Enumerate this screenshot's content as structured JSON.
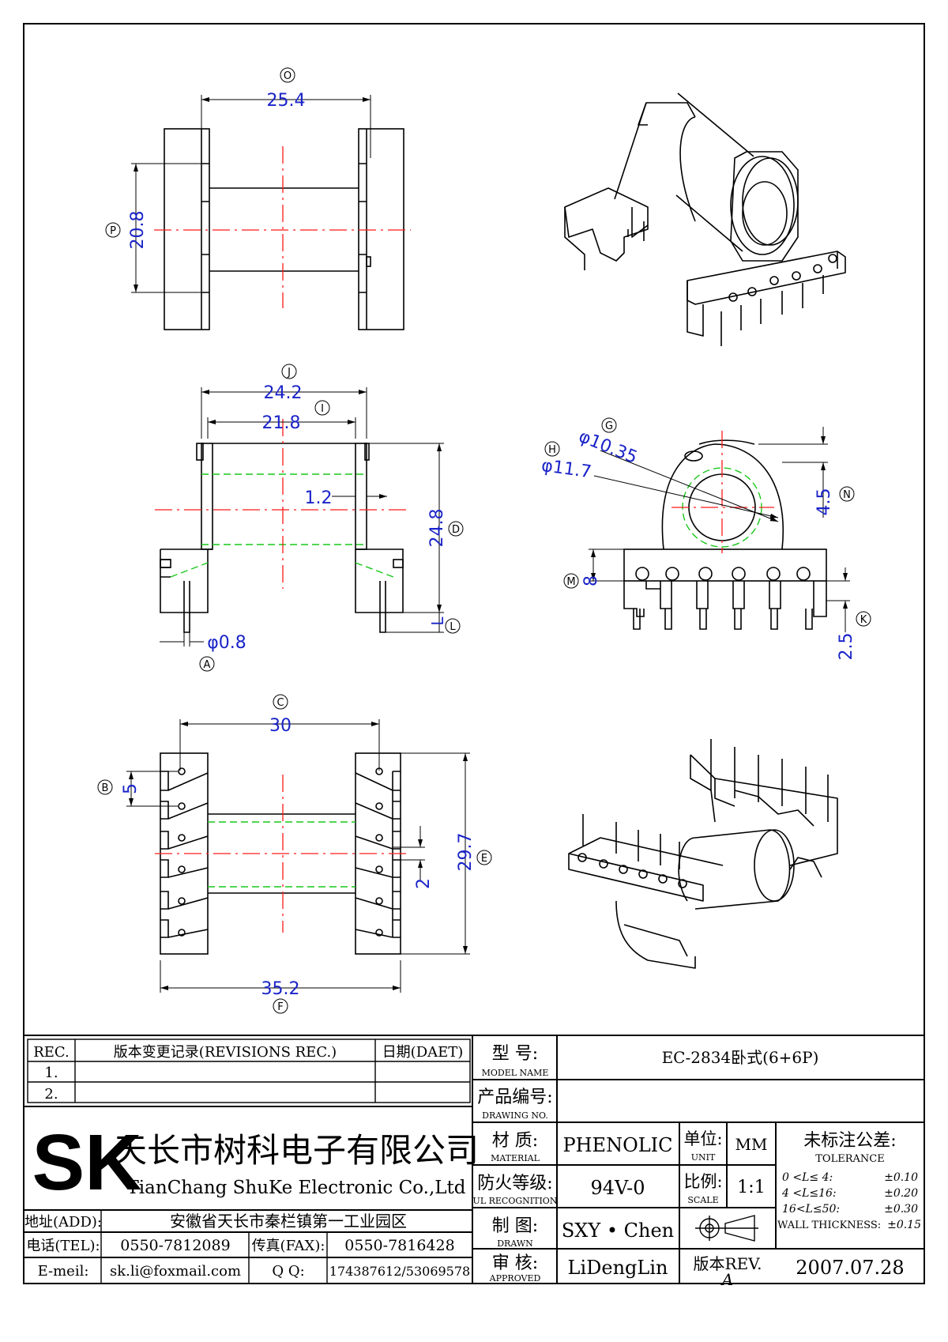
{
  "drawing": {
    "front_view": {
      "dim_O_label": "O",
      "dim_O_value": "25.4",
      "dim_P_label": "P",
      "dim_P_value": "20.8"
    },
    "side_view": {
      "dim_J_label": "J",
      "dim_J_value": "24.2",
      "dim_I_label": "I",
      "dim_I_value": "21.8",
      "dim_wall_value": "1.2",
      "dim_D_label": "D",
      "dim_D_value": "24.8",
      "dim_L_label": "L",
      "dim_L_value": "L",
      "dim_A_label": "A",
      "dim_A_value": "φ0.8"
    },
    "end_view": {
      "dim_G_label": "G",
      "dim_G_value": "φ10.35",
      "dim_H_label": "H",
      "dim_H_value": "φ11.7",
      "dim_N_label": "N",
      "dim_N_value": "4.5",
      "dim_M_label": "M",
      "dim_M_value": "8",
      "dim_K_label": "K",
      "dim_K_value": "2.5"
    },
    "bottom_view": {
      "dim_C_label": "C",
      "dim_C_value": "30",
      "dim_B_label": "B",
      "dim_B_value": "5",
      "dim_E_label": "E",
      "dim_E_value": "29.7",
      "dim_pin_value": "2",
      "dim_F_label": "F",
      "dim_F_value": "35.2"
    }
  },
  "title_block": {
    "revisions": {
      "col_rec": "REC.",
      "col_desc": "版本变更记录(REVISIONS REC.)",
      "col_date": "日期(DAET)",
      "rows": [
        "1.",
        "2."
      ]
    },
    "logo_text": "SK",
    "company_cn": "天长市树科电子有限公司",
    "company_en": "TianChang ShuKe Electronic Co.,Ltd",
    "address_label": "地址(ADD):",
    "address_value": "安徽省天长市秦栏镇第一工业园区",
    "tel_label": "电话(TEL):",
    "tel_value": "0550-7812089",
    "fax_label": "传真(FAX):",
    "fax_value": "0550-7816428",
    "email_label": "E-meil:",
    "email_value": "sk.li@foxmail.com",
    "qq_label": "Q Q:",
    "qq_value": "174387612/53069578",
    "model_label_cn": "型   号:",
    "model_label_en": "MODEL NAME",
    "model_value": "EC-2834卧式(6+6P)",
    "drawing_label_cn": "产品编号:",
    "drawing_label_en": "DRAWING NO.",
    "drawing_value": "",
    "material_label_cn": "材   质:",
    "material_label_en": "MATERIAL",
    "material_value": "PHENOLIC",
    "ul_label_cn": "防火等级:",
    "ul_label_en": "UL RECOGNITION",
    "ul_value": "94V-0",
    "drawn_label_cn": "制   图:",
    "drawn_label_en": "DRAWN",
    "drawn_value": "SXY • Chen",
    "approved_label_cn": "审   核:",
    "approved_label_en": "APPROVED",
    "approved_value": "LiDengLin",
    "unit_label_cn": "单位:",
    "unit_label_en": "UNIT",
    "unit_value": "MM",
    "scale_label_cn": "比例:",
    "scale_label_en": "SCALE",
    "scale_value": "1:1",
    "rev_label": "版本REV.",
    "rev_value": "A",
    "date_value": "2007.07.28",
    "tolerance_title_cn": "未标注公差:",
    "tolerance_title_en": "TOLERANCE",
    "tolerance_rows": [
      {
        "range": "0 <L≤ 4:",
        "value": "±0.10"
      },
      {
        "range": "4 <L≤16:",
        "value": "±0.20"
      },
      {
        "range": "16<L≤50:",
        "value": "±0.30"
      },
      {
        "range": "WALL THICKNESS:",
        "value": "±0.15"
      }
    ]
  },
  "colors": {
    "outline": "#000000",
    "dimension": "#1a24c8",
    "centerline": "#ff1a1a",
    "hidden": "#19c81a"
  }
}
